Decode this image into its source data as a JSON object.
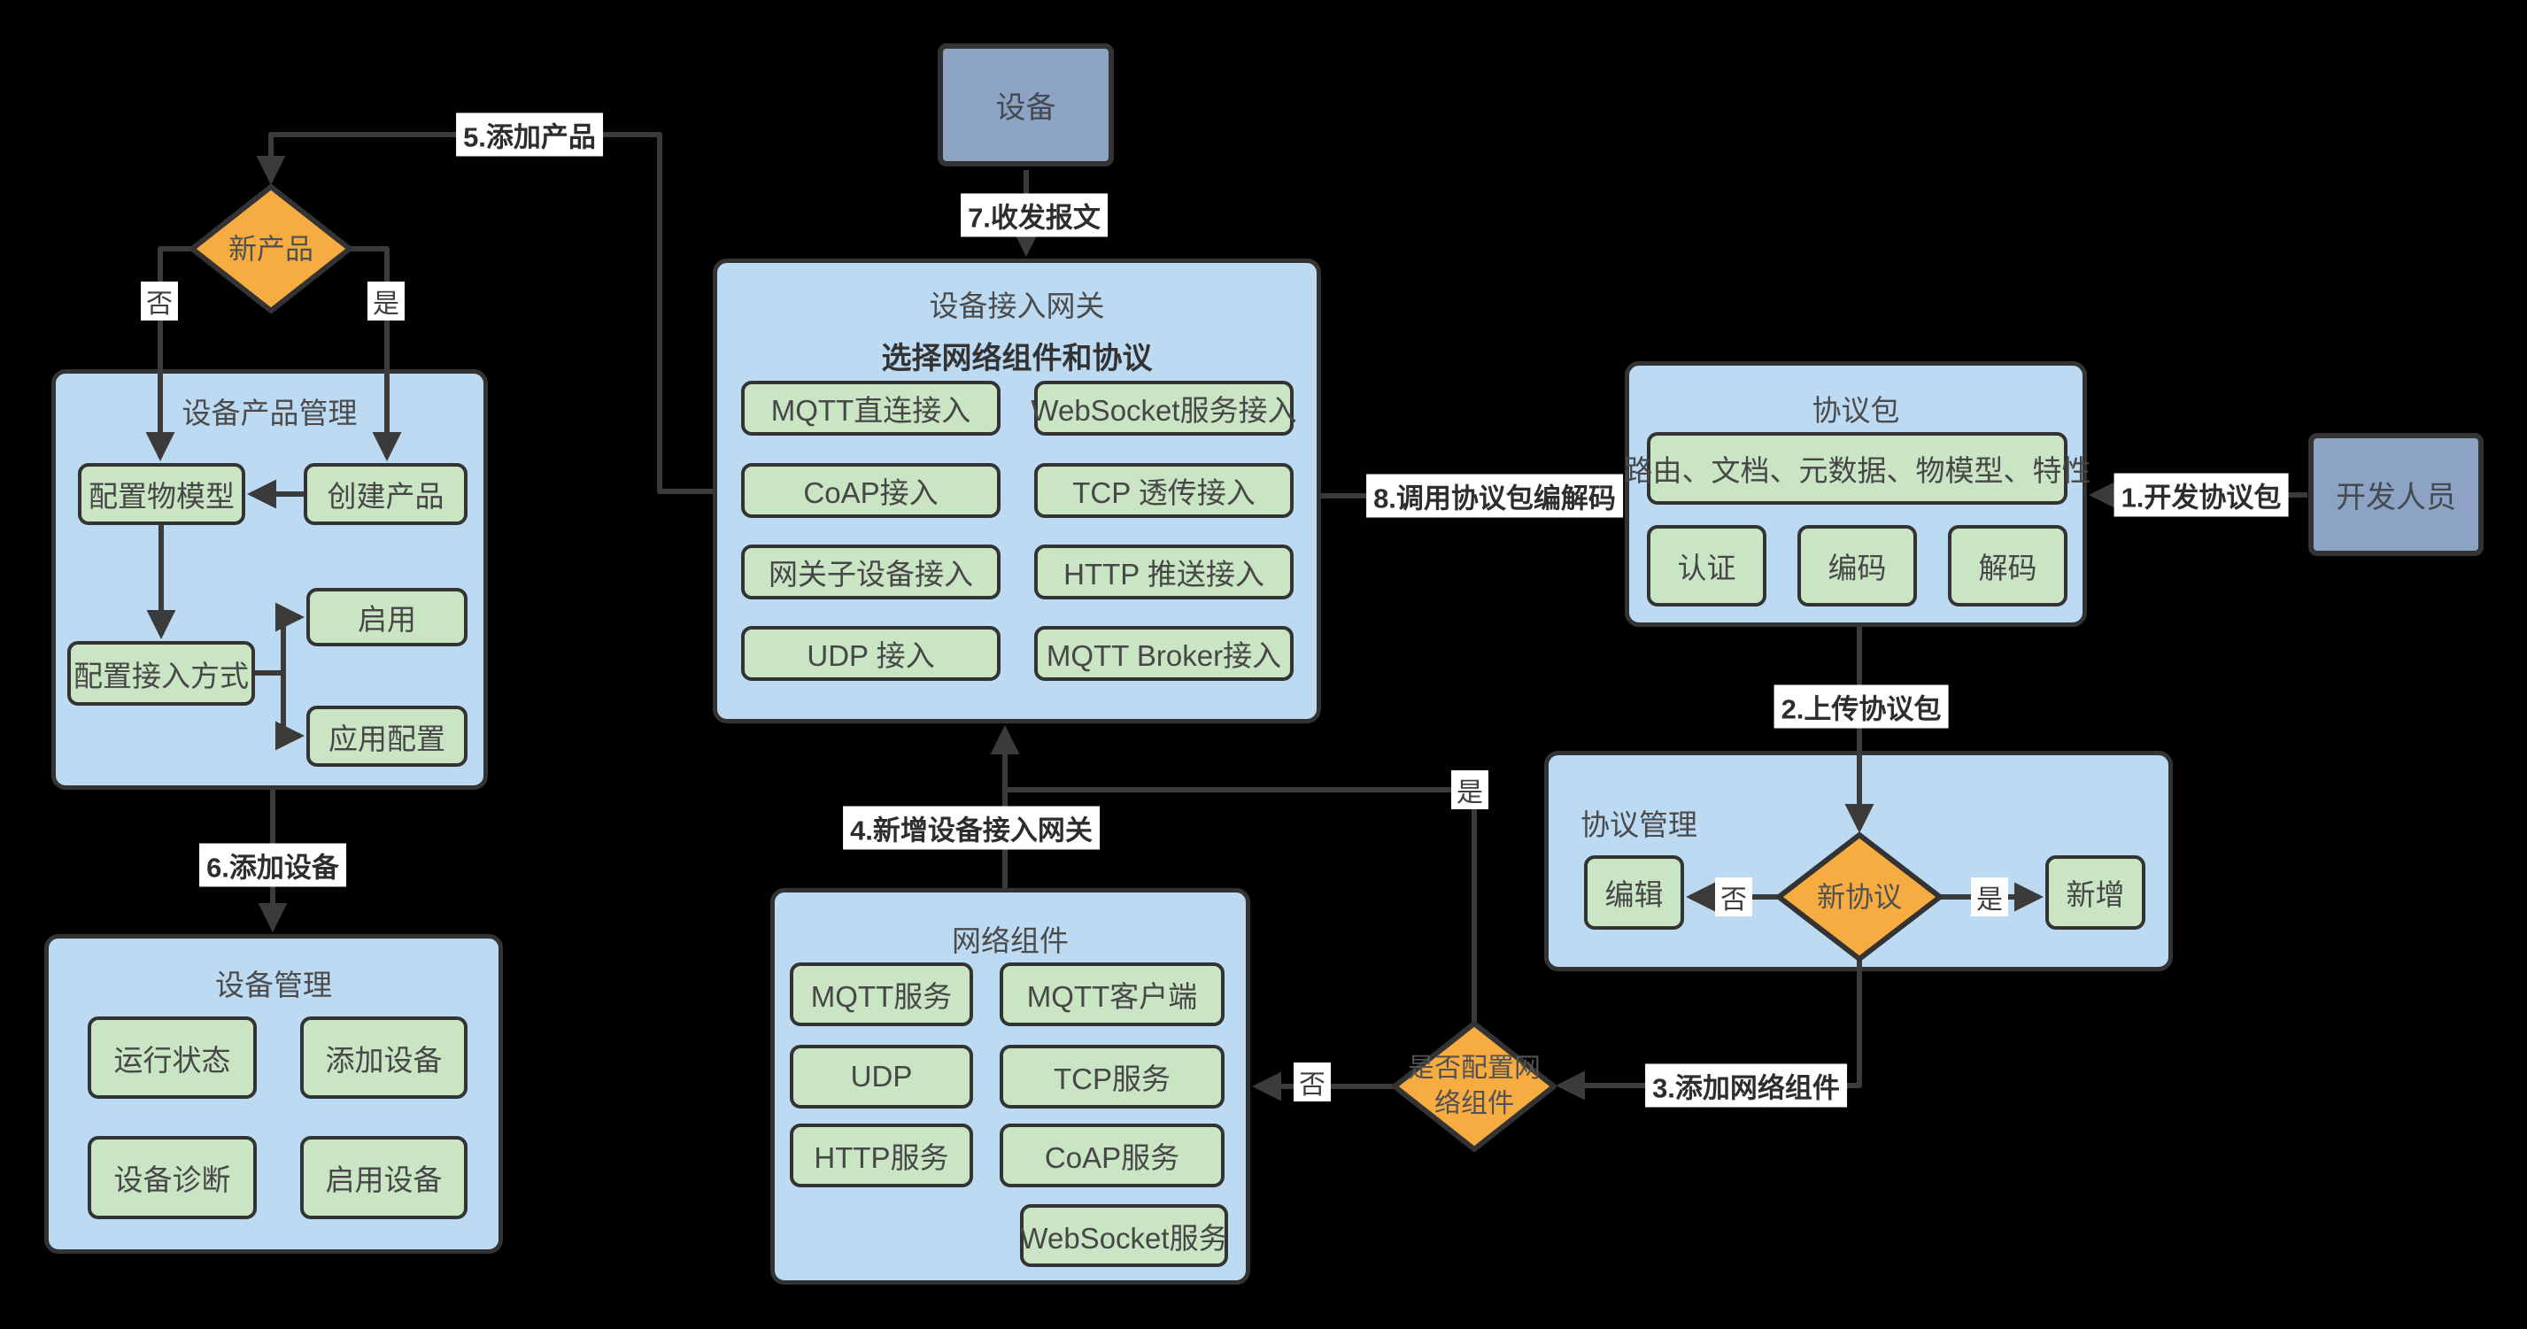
{
  "colors": {
    "background": "#000000",
    "container_fill": "#BDDAF3",
    "item_fill": "#C9E5C4",
    "decision_fill": "#F7AC42",
    "actor_fill": "#8CA3C4",
    "line": "#3B3B3B",
    "border": "#333333",
    "label_bg": "#FFFFFF"
  },
  "nodes": {
    "device": {
      "label": "设备"
    },
    "developer": {
      "label": "开发人员"
    },
    "gateway": {
      "title": "设备接入网关",
      "subtitle": "选择网络组件和协议",
      "items": [
        "MQTT直连接入",
        "WebSocket服务接入",
        "CoAP接入",
        "TCP 透传接入",
        "网关子设备接入",
        "HTTP 推送接入",
        "UDP 接入",
        "MQTT Broker接入"
      ]
    },
    "product_mgmt": {
      "title": "设备产品管理",
      "config_model": "配置物模型",
      "create_product": "创建产品",
      "enable": "启用",
      "config_access": "配置接入方式",
      "app_config": "应用配置"
    },
    "device_mgmt": {
      "title": "设备管理",
      "items": [
        "运行状态",
        "添加设备",
        "设备诊断",
        "启用设备"
      ]
    },
    "network": {
      "title": "网络组件",
      "items": [
        "MQTT服务",
        "MQTT客户端",
        "UDP",
        "TCP服务",
        "HTTP服务",
        "CoAP服务",
        "WebSocket服务"
      ]
    },
    "protocol_pkg": {
      "title": "协议包",
      "capabilities": "路由、文档、元数据、物模型、特性",
      "items": [
        "认证",
        "编码",
        "解码"
      ]
    },
    "protocol_mgmt": {
      "title": "协议管理",
      "edit": "编辑",
      "add": "新增"
    },
    "decisions": {
      "new_product": "新产品",
      "new_protocol": "新协议",
      "config_network_line1": "是否配置网",
      "config_network_line2": "络组件"
    }
  },
  "edges": {
    "step1": "1.开发协议包",
    "step2": "2.上传协议包",
    "step3": "3.添加网络组件",
    "step4": "4.新增设备接入网关",
    "step5": "5.添加产品",
    "step6": "6.添加设备",
    "step7": "7.收发报文",
    "step8": "8.调用协议包编解码",
    "yes": "是",
    "no": "否"
  }
}
